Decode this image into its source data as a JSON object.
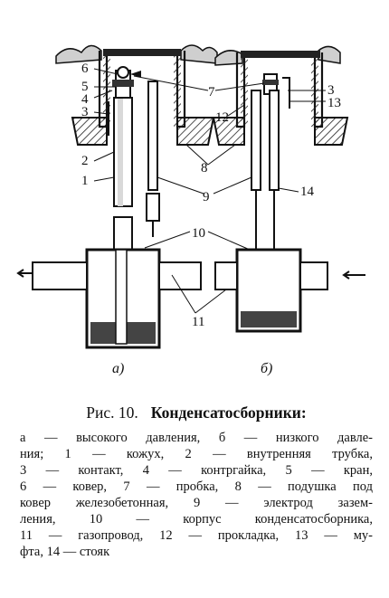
{
  "figure": {
    "label_a": "а)",
    "label_b": "б)",
    "numbers": {
      "n1": "1",
      "n2": "2",
      "n3a": "3",
      "n4": "4",
      "n5": "5",
      "n6": "6",
      "n7": "7",
      "n8": "8",
      "n9": "9",
      "n10": "10",
      "n11": "11",
      "n12": "12",
      "n3b": "3",
      "n13": "13",
      "n14": "14"
    }
  },
  "caption": {
    "fig_label": "Рис. 10.",
    "title": "Конденсатосборники:",
    "lines": [
      "а — высокого давления, б — низкого давле-",
      "ния; 1 — кожух, 2 — внутренняя трубка,",
      "3 — контакт, 4 — контргайка, 5 — кран,",
      "6 — ковер, 7 — пробка, 8 — подушка под",
      "ковер железобетонная, 9 — электрод зазем-",
      "ления, 10 — корпус конденсатосборника,",
      "11 — газопровод, 12 — прокладка, 13 — му-",
      "фта, 14 — стояк"
    ]
  }
}
